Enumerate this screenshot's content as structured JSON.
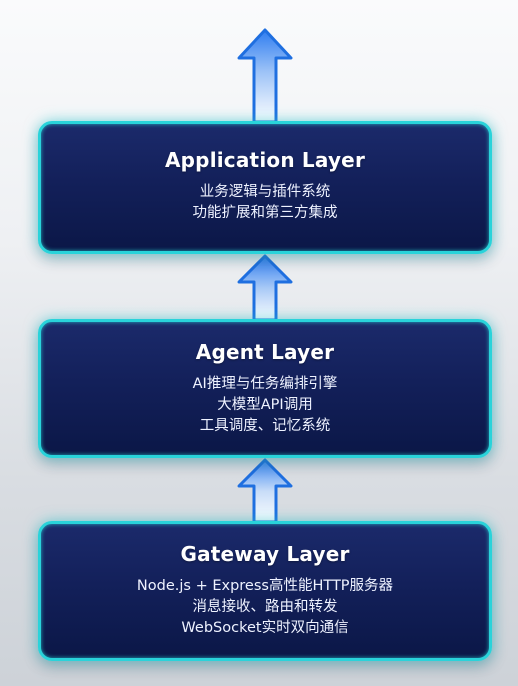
{
  "layers": [
    {
      "title": "Application Layer",
      "lines": [
        "业务逻辑与插件系统",
        "功能扩展和第三方集成"
      ]
    },
    {
      "title": "Agent Layer",
      "lines": [
        "AI推理与任务编排引擎",
        "大模型API调用",
        "工具调度、记忆系统"
      ]
    },
    {
      "title": "Gateway Layer",
      "lines": [
        "Node.js + Express高性能HTTP服务器",
        "消息接收、路由和转发",
        "WebSocket实时双向通信"
      ]
    }
  ],
  "colors": {
    "box_fill": "#13205a",
    "box_border": "#29d3da",
    "arrow_stroke": "#1f6fe0",
    "text": "#ffffff"
  },
  "icons": [
    "up-arrow-icon",
    "up-arrow-icon",
    "up-arrow-icon"
  ]
}
